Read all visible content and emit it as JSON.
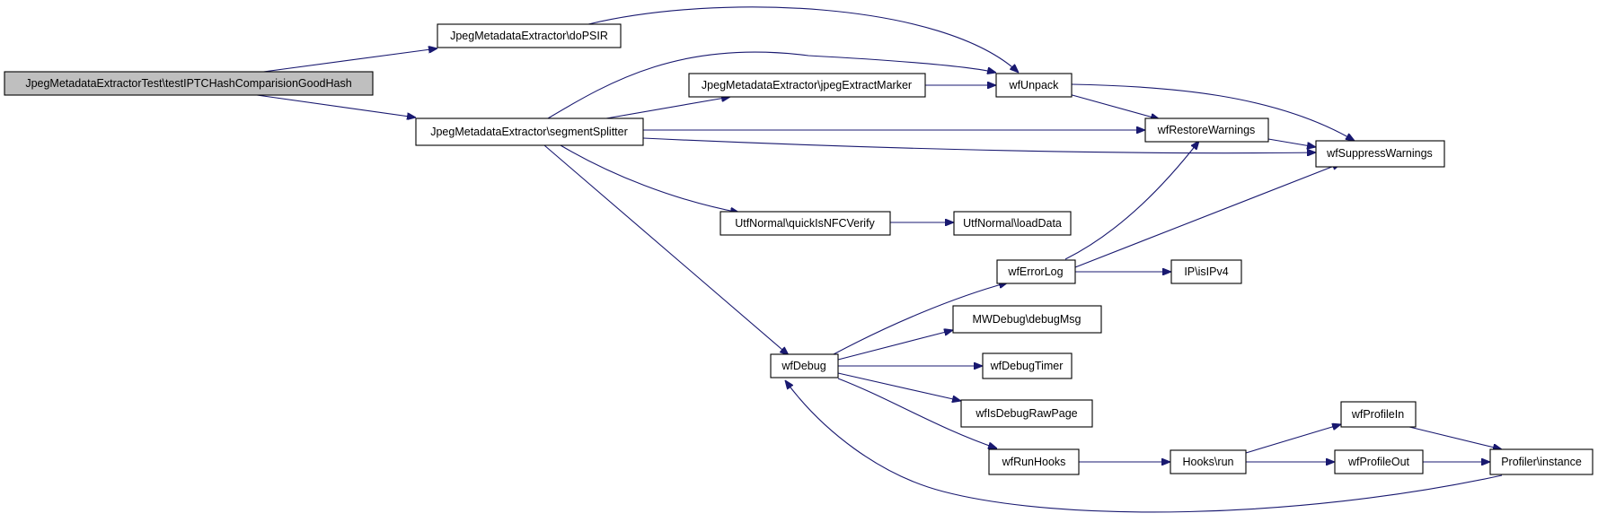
{
  "graph": {
    "colors": {
      "edge": "#191970",
      "node_border": "#000000",
      "node_fill": "#ffffff",
      "root_fill": "#bfbfbf",
      "background": "#ffffff"
    },
    "nodes": {
      "root": "JpegMetadataExtractorTest\\testIPTCHashComparisionGoodHash",
      "dopsir": "JpegMetadataExtractor\\doPSIR",
      "segmentsplitter": "JpegMetadataExtractor\\segmentSplitter",
      "jpegextractmarker": "JpegMetadataExtractor\\jpegExtractMarker",
      "wfunpack": "wfUnpack",
      "wfrestorewarnings": "wfRestoreWarnings",
      "wfsuppresswarnings": "wfSuppressWarnings",
      "quickisnfcverify": "UtfNormal\\quickIsNFCVerify",
      "loaddata": "UtfNormal\\loadData",
      "wferrorlog": "wfErrorLog",
      "isipv4": "IP\\isIPv4",
      "debugmsg": "MWDebug\\debugMsg",
      "wfdebug": "wfDebug",
      "wfdebugtimer": "wfDebugTimer",
      "wfisdebugrawpage": "wfIsDebugRawPage",
      "wfrunhooks": "wfRunHooks",
      "hooksrun": "Hooks\\run",
      "wfprofilein": "wfProfileIn",
      "wfprofileout": "wfProfileOut",
      "profilerinstance": "Profiler\\instance"
    }
  }
}
